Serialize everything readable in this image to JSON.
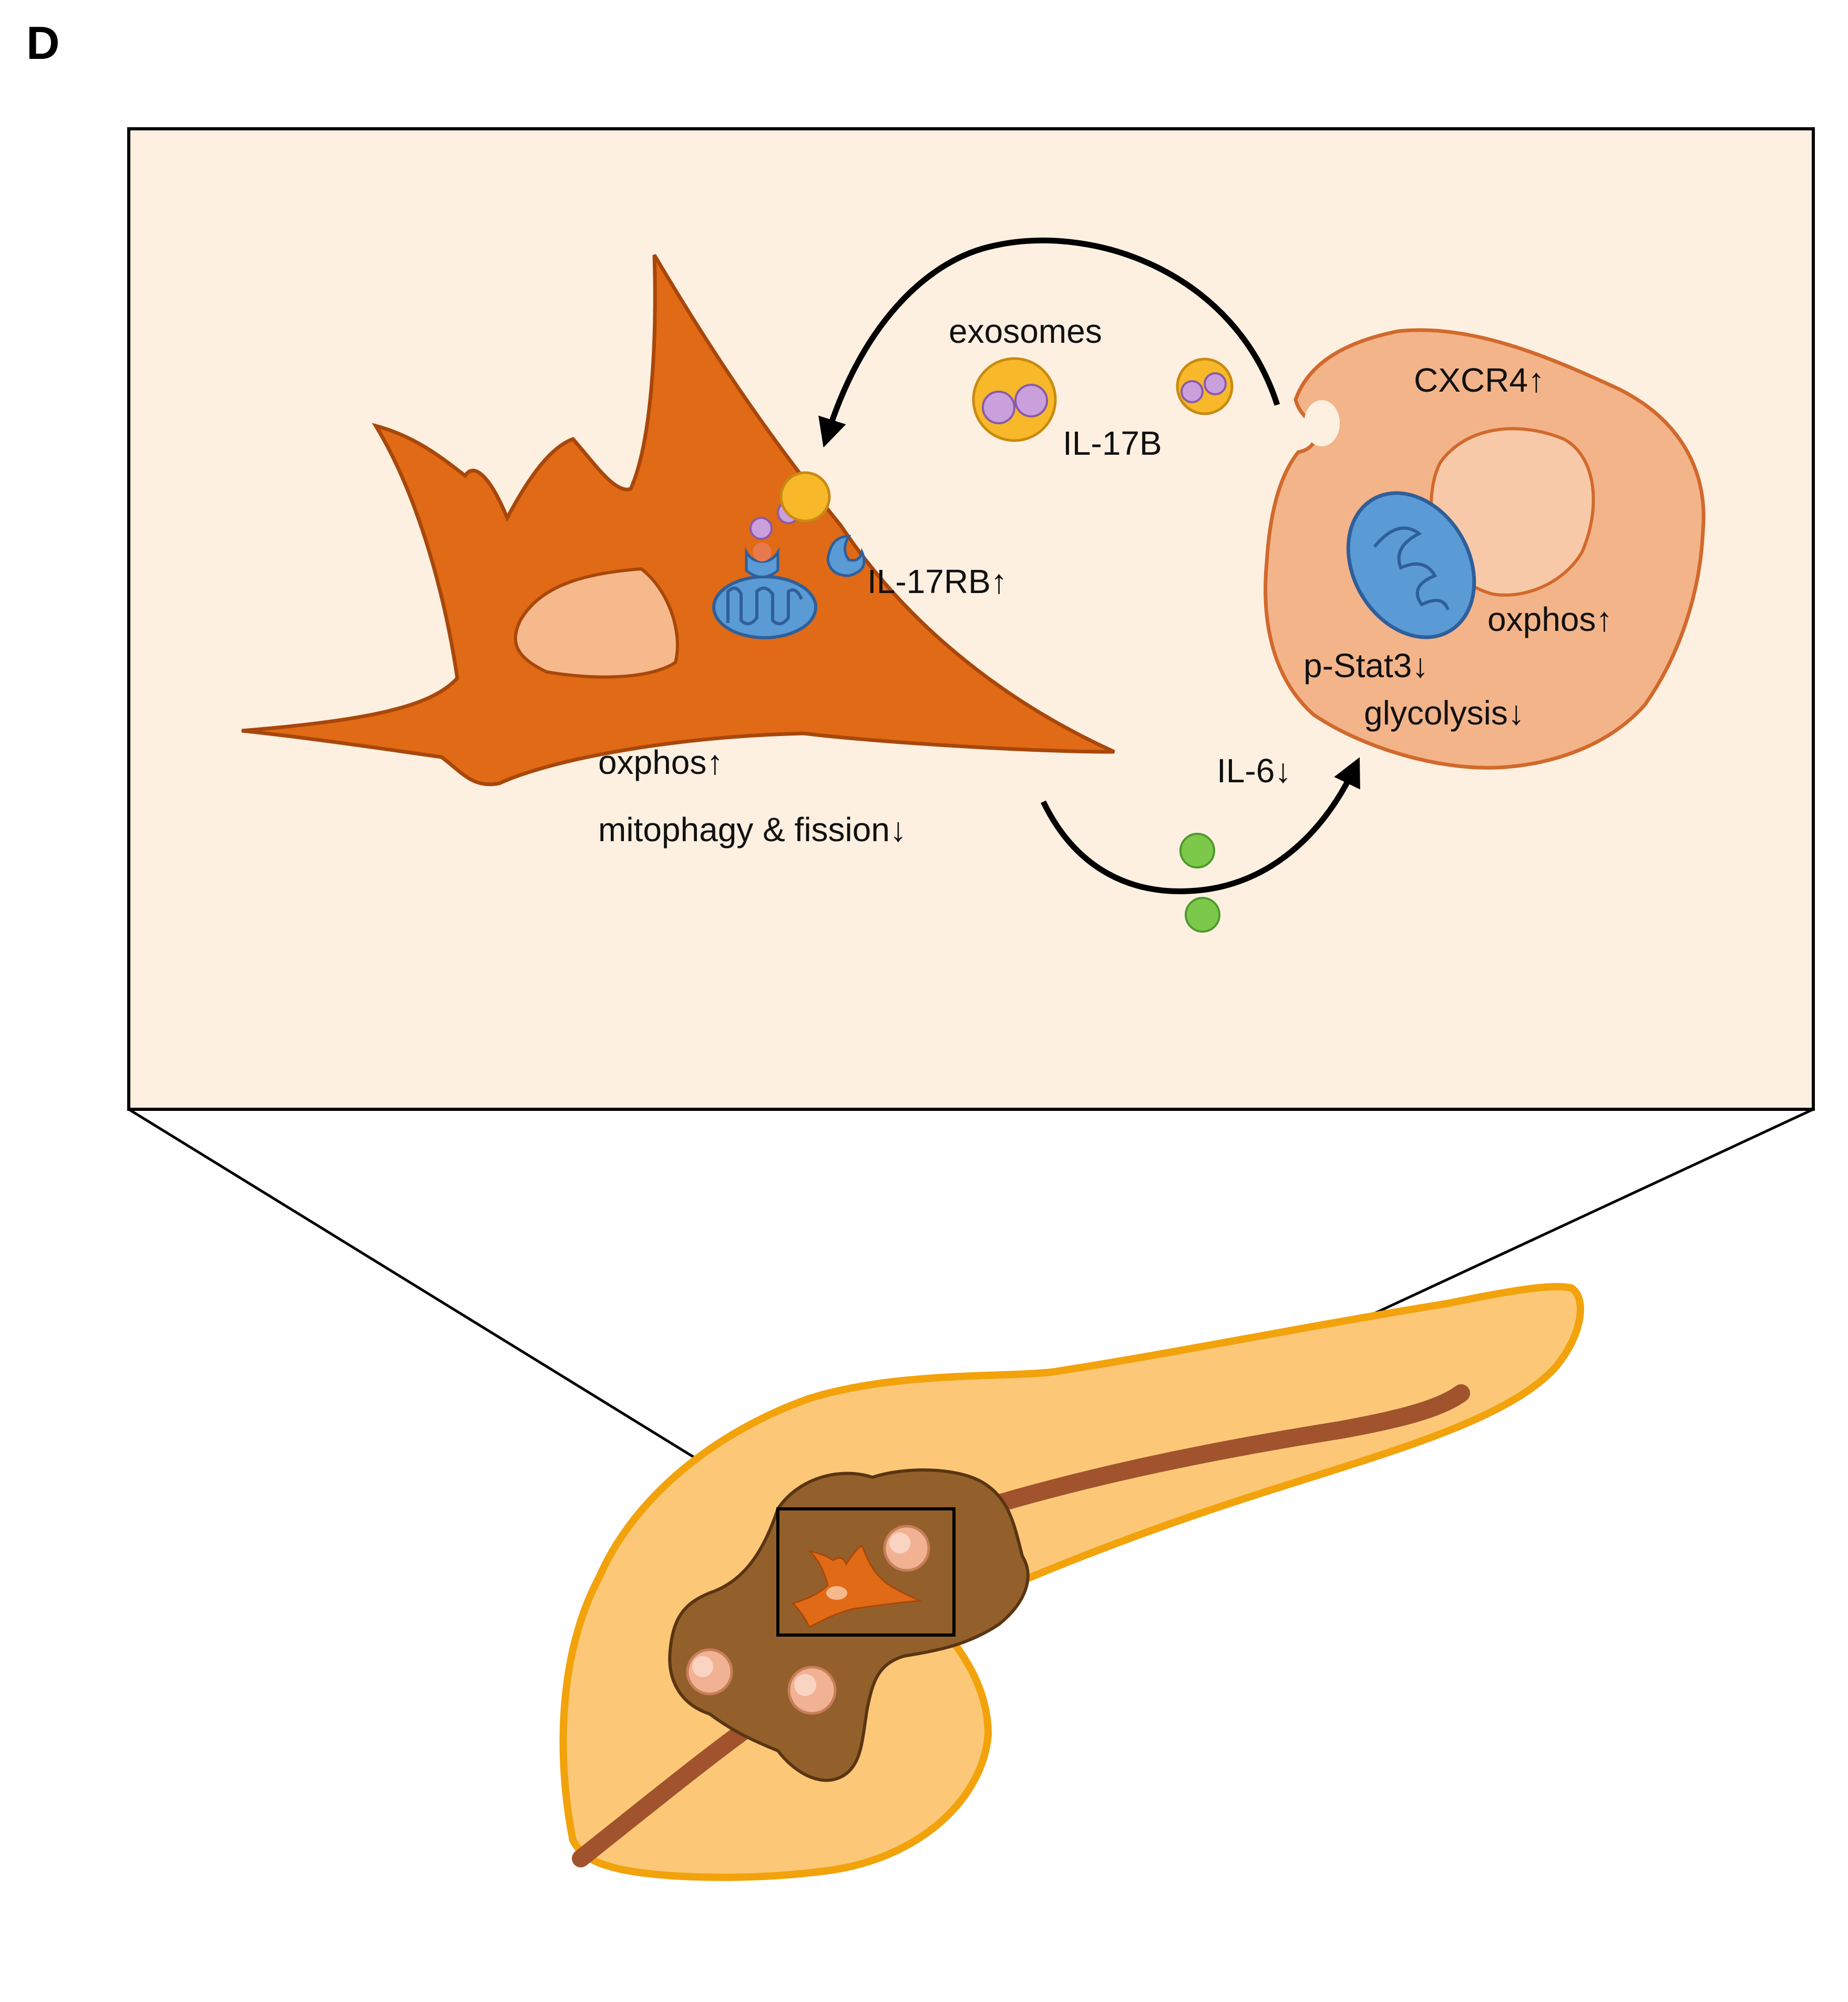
{
  "panel_label": "D",
  "labels": {
    "exosomes": "exosomes",
    "il17b": "IL-17B",
    "il17rb": "IL-17RB↑",
    "cxcr4": "CXCR4↑",
    "oxphos_tumor": "oxphos↑",
    "pstat3": "p-Stat3↓",
    "glycolysis": "glycolysis↓",
    "oxphos_caf": "oxphos↑",
    "mitophagy": "mitophagy & fission↓",
    "il6": "IL-6↓"
  },
  "colors": {
    "panel_bg": "#fdf0e1",
    "caf_cell": "#e06a15",
    "caf_outline": "#a8470b",
    "caf_nucleus": "#f6b98c",
    "tumor_cell": "#f3b48a",
    "tumor_outline": "#d2692c",
    "tumor_nucleus": "#f8c9a8",
    "mitochondrion": "#5b9bd5",
    "mito_outline": "#2f5f9a",
    "exosome": "#f7b82a",
    "cargo": "#c9a0dc",
    "il6": "#7cc84a",
    "pancreas": "#fcc878",
    "pancreas_outline": "#f2a20b",
    "tumor_mass": "#93602b",
    "duct": "#a0532d"
  }
}
